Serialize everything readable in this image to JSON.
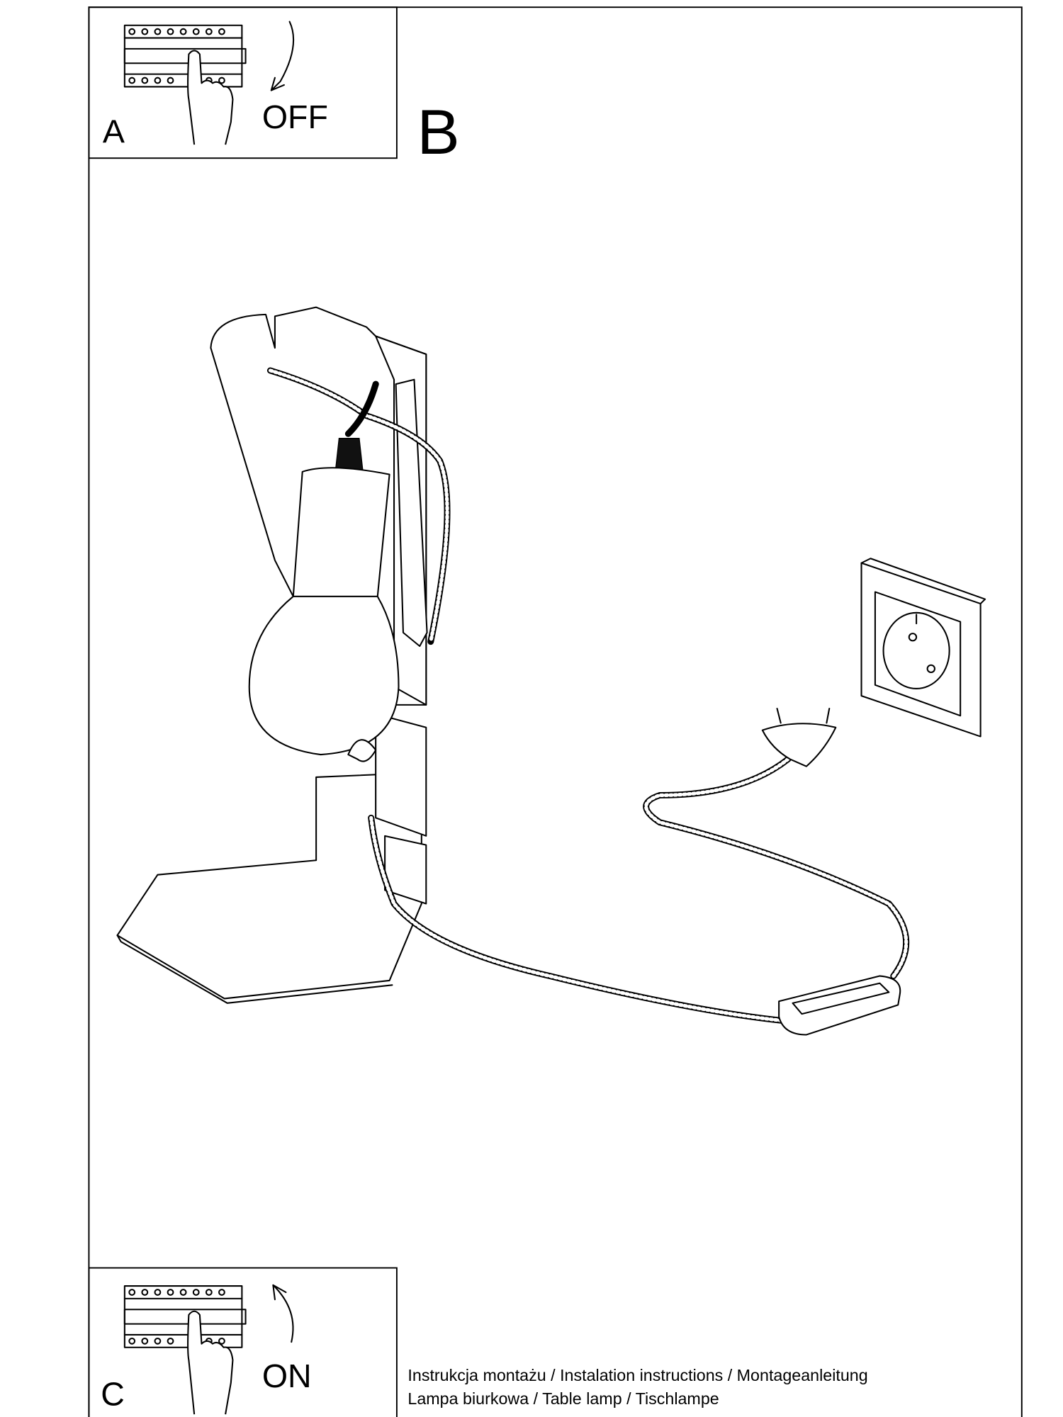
{
  "panels": {
    "a": {
      "label": "A",
      "action": "OFF"
    },
    "b": {
      "label": "B"
    },
    "c": {
      "label": "C",
      "action": "ON"
    }
  },
  "footer": {
    "line1": "Instrukcja montażu / Instalation instructions / Montageanleitung",
    "line2": "Lampa biurkowa / Table lamp / Tischlampe"
  },
  "icons": [
    "circuit-breaker-icon",
    "hand-pointer-icon",
    "arrow-down-icon",
    "arrow-up-icon",
    "table-lamp-illustration",
    "wall-socket-icon",
    "plug-icon",
    "cord-switch-icon"
  ]
}
